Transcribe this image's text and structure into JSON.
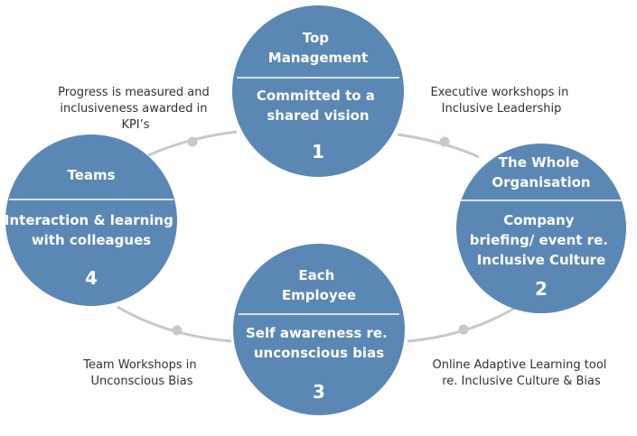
{
  "colors": {
    "circle": "#5b87b5",
    "connector": "#c7c8ca",
    "text": "#ffffff",
    "annotation": "#2f3133"
  },
  "nodes": [
    {
      "title": [
        "Top",
        "Management"
      ],
      "body": [
        "Committed to a",
        "shared vision"
      ],
      "number": "1"
    },
    {
      "title": [
        "The Whole",
        "Organisation"
      ],
      "body": [
        "Company",
        "briefing/ event re.",
        "Inclusive Culture"
      ],
      "number": "2"
    },
    {
      "title": [
        "Each",
        "Employee"
      ],
      "body": [
        "Self awareness re.",
        "unconscious bias"
      ],
      "number": "3"
    },
    {
      "title": [
        "Teams"
      ],
      "body": [
        "Interaction & learning",
        "with colleagues"
      ],
      "number": "4"
    }
  ],
  "annotations": {
    "top_left": [
      "Progress is measured and",
      "inclusiveness awarded in",
      "KPI’s"
    ],
    "top_right": [
      "Executive workshops in",
      "Inclusive Leadership"
    ],
    "bottom_right": [
      "Online Adaptive Learning tool",
      "re. Inclusive Culture & Bias"
    ],
    "bottom_left": [
      "Team Workshops in",
      "Unconscious Bias"
    ]
  }
}
